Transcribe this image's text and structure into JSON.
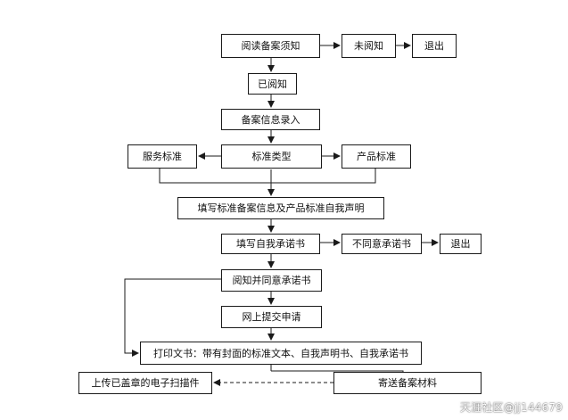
{
  "nodes": {
    "read_notice": "阅读备案须知",
    "not_read": "未阅知",
    "exit_1": "退出",
    "has_read": "已阅知",
    "info_entry": "备案信息录入",
    "standard_type": "标准类型",
    "service_standard": "服务标准",
    "product_standard": "产品标准",
    "fill_info": "填写标准备案信息及产品标准自我声明",
    "fill_commitment": "填写自我承诺书",
    "not_agree": "不同意承诺书",
    "exit_2": "退出",
    "agree": "阅知并同意承诺书",
    "submit_online": "网上提交申请",
    "print_docs": "打印文书：带有封面的标准文本、自我声明书、自我承诺书",
    "upload_scan": "上传已盖章的电子扫描件",
    "mail_materials": "寄送备案材料"
  },
  "watermark": "天涯社区@jj144679",
  "colors": {
    "line": "#1a1a1a",
    "border": "#1a1a1a",
    "background": "#ffffff"
  }
}
